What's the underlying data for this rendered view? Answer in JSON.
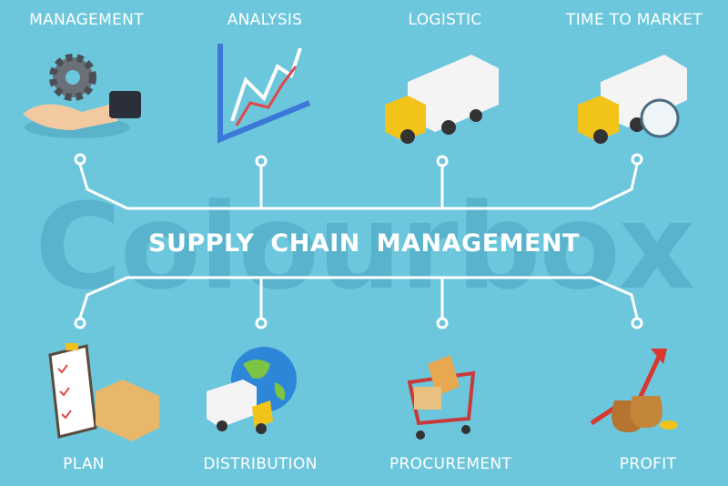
{
  "title": "SUPPLY CHAIN MANAGEMENT",
  "watermark": "Colourbox",
  "top_items": [
    {
      "label": "MANAGEMENT",
      "icon": "hand-gear-icon"
    },
    {
      "label": "ANALYSIS",
      "icon": "chart-arrows-icon"
    },
    {
      "label": "LOGISTIC",
      "icon": "truck-icon"
    },
    {
      "label": "TIME TO MARKET",
      "icon": "truck-stopwatch-icon"
    }
  ],
  "bottom_items": [
    {
      "label": "PLAN",
      "icon": "clipboard-boxes-icon"
    },
    {
      "label": "DISTRIBUTION",
      "icon": "globe-truck-icon"
    },
    {
      "label": "PROCUREMENT",
      "icon": "shopping-cart-icon"
    },
    {
      "label": "PROFIT",
      "icon": "money-bags-icon"
    }
  ],
  "colors": {
    "background": "#6cc7dd",
    "line": "#ffffff"
  }
}
